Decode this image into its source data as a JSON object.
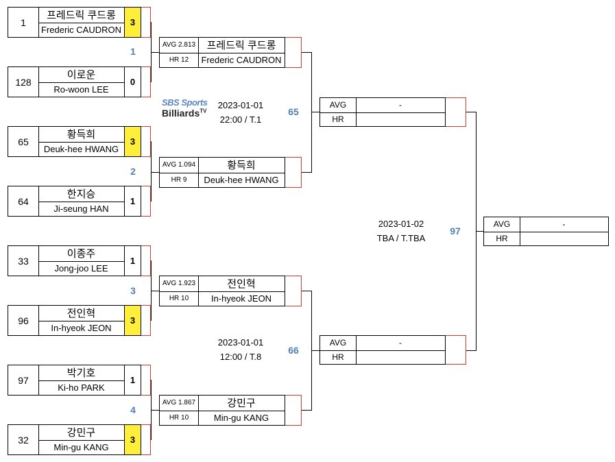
{
  "round1": [
    {
      "match": "1",
      "a": {
        "seed": "1",
        "kname": "프레드릭 쿠드롱",
        "ename": "Frederic CAUDRON",
        "score": "3",
        "win": true
      },
      "b": {
        "seed": "128",
        "kname": "이로운",
        "ename": "Ro-woon LEE",
        "score": "0",
        "win": false
      }
    },
    {
      "match": "2",
      "a": {
        "seed": "65",
        "kname": "황득희",
        "ename": "Deuk-hee HWANG",
        "score": "3",
        "win": true
      },
      "b": {
        "seed": "64",
        "kname": "한지승",
        "ename": "Ji-seung HAN",
        "score": "1",
        "win": false
      }
    },
    {
      "match": "3",
      "a": {
        "seed": "33",
        "kname": "이종주",
        "ename": "Jong-joo LEE",
        "score": "1",
        "win": false
      },
      "b": {
        "seed": "96",
        "kname": "전인혁",
        "ename": "In-hyeok JEON",
        "score": "3",
        "win": true
      }
    },
    {
      "match": "4",
      "a": {
        "seed": "97",
        "kname": "박기호",
        "ename": "Ki-ho PARK",
        "score": "1",
        "win": false
      },
      "b": {
        "seed": "32",
        "kname": "강민구",
        "ename": "Min-gu KANG",
        "score": "3",
        "win": true
      }
    }
  ],
  "round2": [
    {
      "avg": "AVG 2.813",
      "hr": "HR 12",
      "kname": "프레드릭 쿠드롱",
      "ename": "Frederic CAUDRON"
    },
    {
      "avg": "AVG 1.094",
      "hr": "HR 9",
      "kname": "황득희",
      "ename": "Deuk-hee HWANG"
    },
    {
      "avg": "AVG 1.923",
      "hr": "HR 10",
      "kname": "전인혁",
      "ename": "In-hyeok JEON"
    },
    {
      "avg": "AVG 1.867",
      "hr": "HR 10",
      "kname": "강민구",
      "ename": "Min-gu KANG"
    }
  ],
  "round3": [
    {
      "match": "65",
      "avg_label": "AVG",
      "avg_value": "-",
      "hr_label": "HR",
      "hr_value": ""
    },
    {
      "match": "66",
      "avg_label": "AVG",
      "avg_value": "-",
      "hr_label": "HR",
      "hr_value": ""
    }
  ],
  "final": {
    "match": "97",
    "avg_label": "AVG",
    "avg_value": "-",
    "hr_label": "HR",
    "hr_value": "",
    "date": "2023-01-02",
    "time": "TBA / T.TBA"
  },
  "sched_top": {
    "date": "2023-01-01",
    "time": "22:00 / T.1"
  },
  "sched_bottom": {
    "date": "2023-01-01",
    "time": "12:00 / T.8"
  },
  "logo": {
    "line1": "SBS Sports",
    "line2": "Billiards",
    "line2_sup": "TV"
  },
  "colors": {
    "winner_highlight": "#ffef3a",
    "match_number": "#4f7fb3",
    "red_border": "#d43a2a"
  }
}
